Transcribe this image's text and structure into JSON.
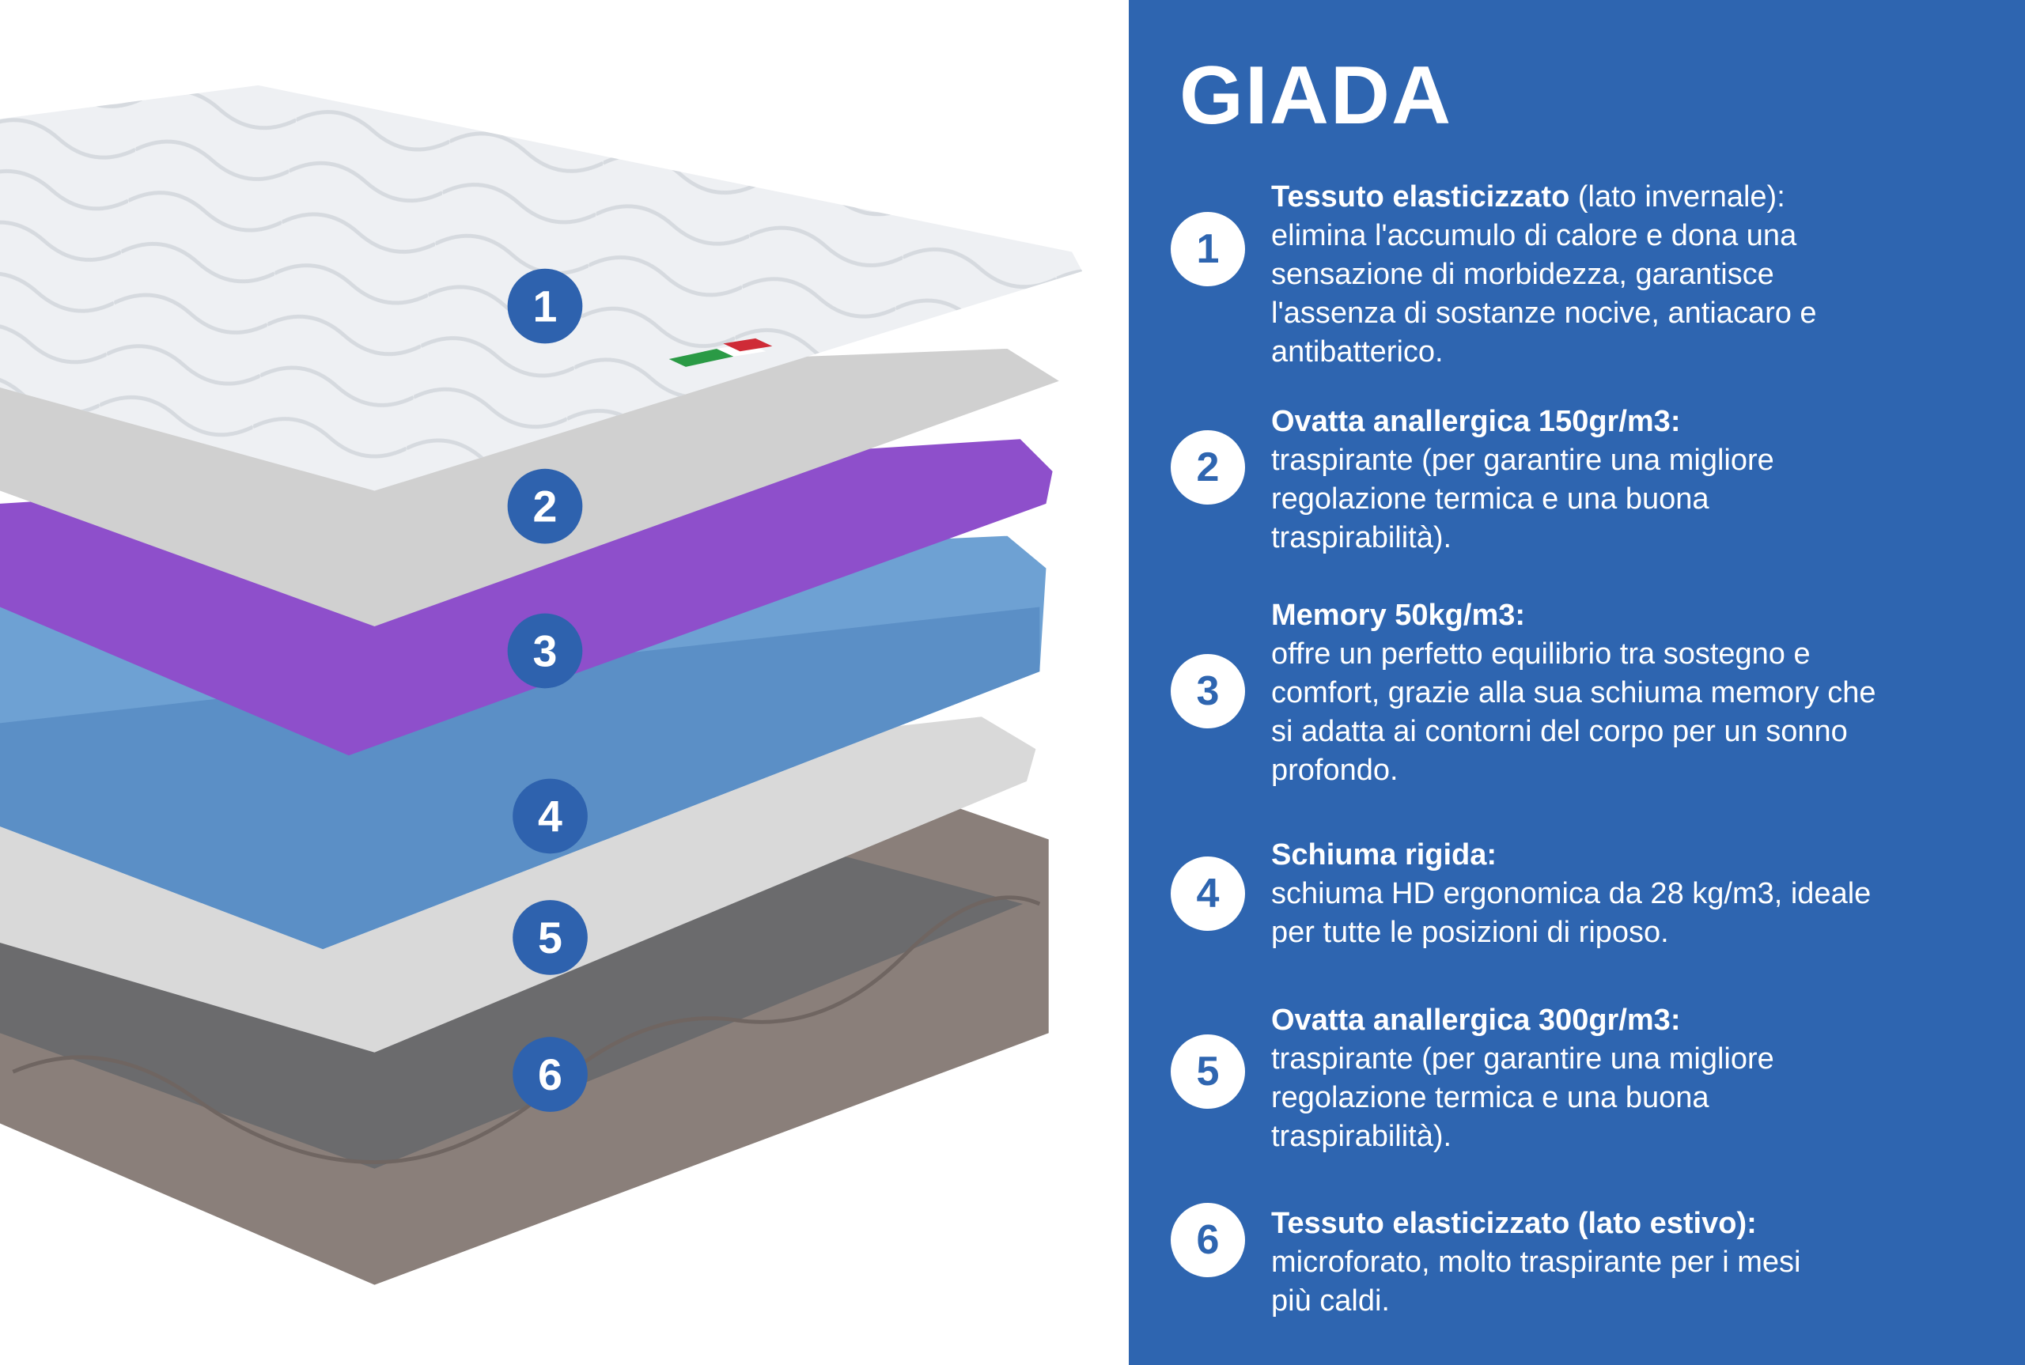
{
  "title": "GIADA",
  "colors": {
    "panel": "#2e65b0",
    "badge": "#2e62ae"
  },
  "items": [
    {
      "number": "1",
      "title": "Tessuto elasticizzato",
      "title_suffix": " (lato invernale):",
      "lines": [
        "elimina l'accumulo di calore e dona una",
        "sensazione di morbidezza, garantisce",
        "l'assenza di sostanze nocive, antiacaro e",
        "antibatterico."
      ]
    },
    {
      "number": "2",
      "title": "Ovatta anallergica 150gr/m3:",
      "title_suffix": "",
      "lines": [
        "traspirante (per garantire una migliore",
        "regolazione termica e una buona",
        "traspirabilità)."
      ]
    },
    {
      "number": "3",
      "title": "Memory 50kg/m3:",
      "title_suffix": "",
      "lines": [
        "offre un perfetto equilibrio tra sostegno e",
        "comfort, grazie alla sua schiuma memory che",
        "si adatta ai contorni del corpo per un sonno",
        "profondo."
      ]
    },
    {
      "number": "4",
      "title": "Schiuma rigida:",
      "title_suffix": "",
      "lines": [
        "schiuma HD ergonomica da 28 kg/m3, ideale",
        "per tutte le posizioni di riposo."
      ]
    },
    {
      "number": "5",
      "title": "Ovatta anallergica 300gr/m3:",
      "title_suffix": "",
      "lines": [
        "traspirante (per garantire una migliore",
        "regolazione termica e una buona",
        "traspirabilità)."
      ]
    },
    {
      "number": "6",
      "title": "Tessuto elasticizzato (lato estivo):",
      "title_suffix": "",
      "lines": [
        "microforato, molto traspirante per i mesi",
        "più caldi."
      ]
    }
  ]
}
